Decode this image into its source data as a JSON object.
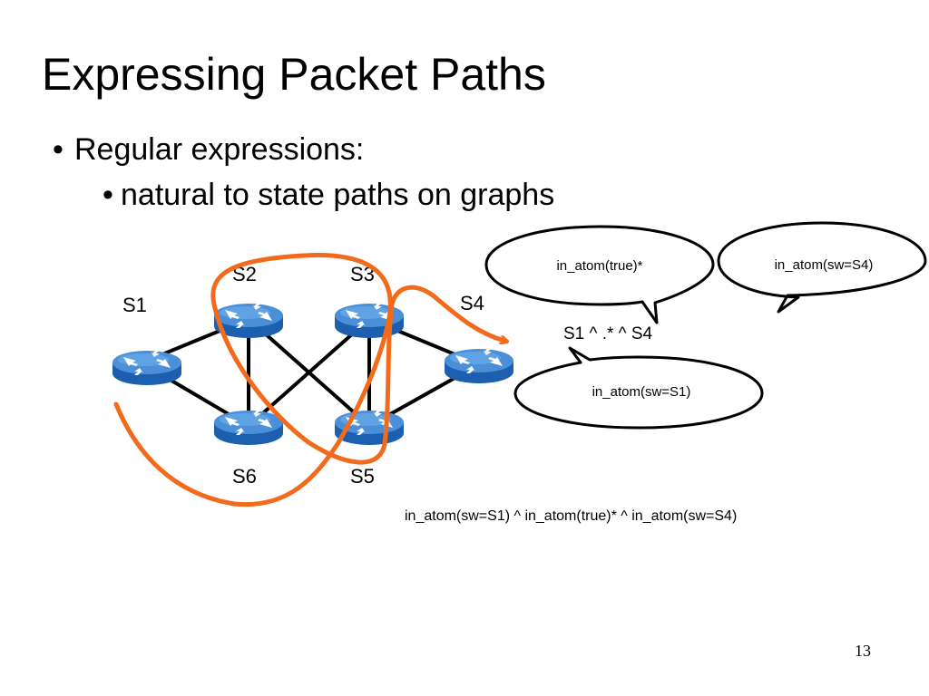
{
  "title": "Expressing Packet Paths",
  "bullets": [
    {
      "text": "Regular expressions:"
    },
    {
      "text": "natural to state paths on graphs"
    }
  ],
  "switches": [
    {
      "id": "S1",
      "label": "S1"
    },
    {
      "id": "S2",
      "label": "S2"
    },
    {
      "id": "S3",
      "label": "S3"
    },
    {
      "id": "S4",
      "label": "S4"
    },
    {
      "id": "S5",
      "label": "S5"
    },
    {
      "id": "S6",
      "label": "S6"
    }
  ],
  "links": [
    [
      "S1",
      "S2"
    ],
    [
      "S1",
      "S6"
    ],
    [
      "S2",
      "S6"
    ],
    [
      "S2",
      "S5"
    ],
    [
      "S3",
      "S6"
    ],
    [
      "S3",
      "S5"
    ],
    [
      "S3",
      "S4"
    ],
    [
      "S4",
      "S5"
    ]
  ],
  "bubbles": {
    "true_star": "in_atom(true)*",
    "sw_s4": "in_atom(sw=S4)",
    "sw_s1": "in_atom(sw=S1)"
  },
  "regex": "S1 ^ .* ^ S4",
  "formula": "in_atom(sw=S1) ^ in_atom(true)* ^ in_atom(sw=S4)",
  "page_number": "13",
  "colors": {
    "path": "#f26b1d",
    "router_top": "#4a8fd8",
    "router_side": "#1b5fae",
    "router_arrows": "#ffffff"
  }
}
